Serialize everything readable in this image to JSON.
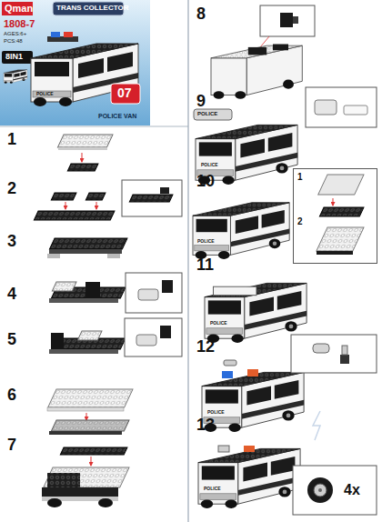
{
  "diagram": {
    "nodes": [
      {
        "text": [
          "Qman",
          "1808-7",
          "TRANS COLLECTOR",
          "AGES:6+",
          "PCS:48",
          "8IN1",
          "07",
          "POLICE VAN"
        ]
      },
      {
        "text": [
          "1",
          "2"
        ]
      }
    ],
    "labels": [
      "POLICE",
      "1",
      "2",
      "3",
      "4",
      "5",
      "6",
      "7",
      "8",
      "POLICE",
      "9",
      "POLICE",
      "10",
      "POLICE",
      "11",
      "POLICE",
      "12",
      "POLICE",
      "13",
      "POLICE",
      "4x"
    ]
  }
}
